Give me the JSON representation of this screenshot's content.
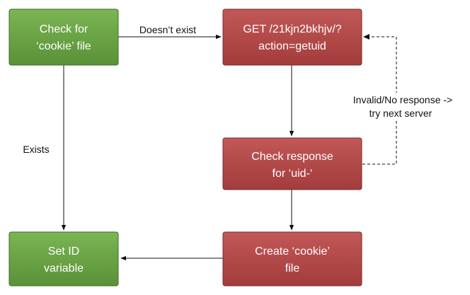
{
  "nodes": {
    "check_cookie": {
      "line1": "Check for",
      "line2": "‘cookie’ file"
    },
    "get_request": {
      "line1": "GET /21kjn2bkhjv/?",
      "line2": "action=getuid"
    },
    "check_response": {
      "line1": "Check response",
      "line2": "for ‘uid-‘"
    },
    "set_id": {
      "line1": "Set ID",
      "line2": "variable"
    },
    "create_cookie": {
      "line1": "Create ‘cookie’",
      "line2": "file"
    }
  },
  "edges": {
    "doesnt_exist": "Doesn’t exist",
    "exists": "Exists",
    "invalid_line1": "Invalid/No response ->",
    "invalid_line2": "try next server"
  },
  "colors": {
    "green_fill": "#6aa046",
    "green_stroke": "#3f6e25",
    "red_fill": "#b44a4a",
    "red_stroke": "#7a2c2c"
  }
}
